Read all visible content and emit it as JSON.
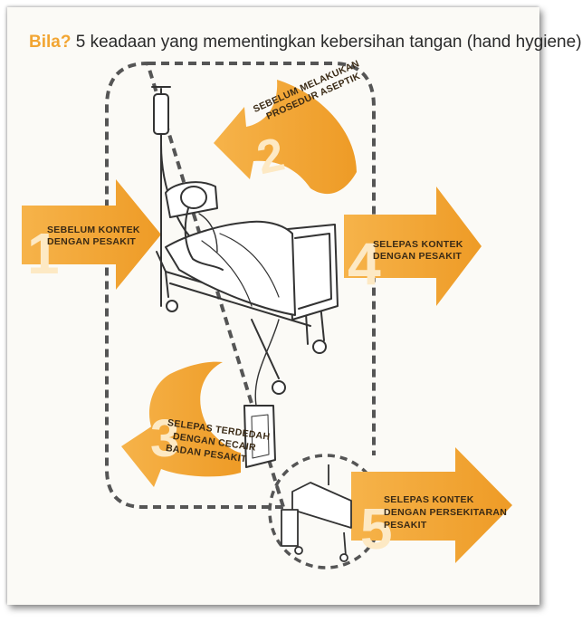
{
  "title": {
    "lead": "Bila?",
    "rest": " 5 keadaan yang mementingkan kebersihan tangan (hand hygiene)"
  },
  "steps": [
    {
      "number": "1",
      "lines": [
        "SEBELUM KONTEK",
        "DENGAN PESAKIT"
      ]
    },
    {
      "number": "2",
      "lines": [
        "SEBELUM MELAKUKAN",
        "PROSEDUR ASEPTIK"
      ]
    },
    {
      "number": "3",
      "lines": [
        "SELEPAS TERDEDAH",
        "DENGAN CECAIR",
        "BADAN PESAKIT"
      ]
    },
    {
      "number": "4",
      "lines": [
        "SELEPAS KONTEK",
        "DENGAN PESAKIT"
      ]
    },
    {
      "number": "5",
      "lines": [
        "SELEPAS KONTEK",
        "DENGAN PERSEKITARAN",
        "PESAKIT"
      ]
    }
  ],
  "colors": {
    "arrow": "#f2a532",
    "number": "#fde9c4",
    "text": "#3a2a15",
    "dashes": "#555555",
    "line_art": "#333333",
    "background": "#fbfaf6"
  }
}
